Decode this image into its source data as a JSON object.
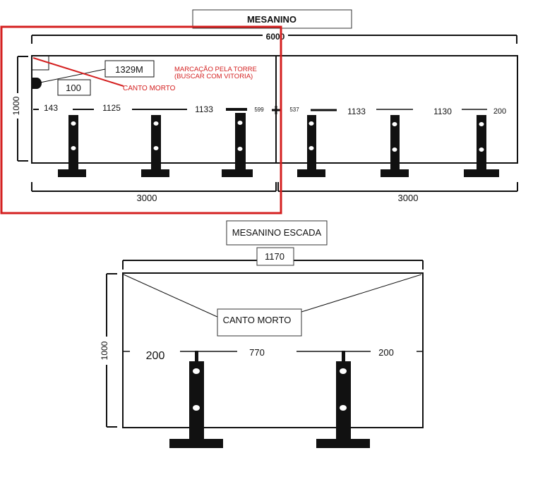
{
  "top": {
    "title": "MESANINO",
    "total_width": "6000",
    "height": "1000",
    "half_left": "3000",
    "half_right": "3000",
    "box_1329": "1329M",
    "box_100": "100",
    "note_line1": "MARCAÇÃO PELA TORRE",
    "note_line2": "(BUSCAR COM VITORIA)",
    "canto_morto": "CANTO MORTO",
    "dims": [
      "143",
      "1125",
      "1133",
      "599",
      "537",
      "1133",
      "1130",
      "200"
    ]
  },
  "bottom": {
    "title": "MESANINO ESCADA",
    "width": "1170",
    "height": "1000",
    "canto_morto": "CANTO MORTO",
    "dims": [
      "200",
      "770",
      "200"
    ]
  },
  "colors": {
    "highlight": "#d42020",
    "ink": "#111111",
    "note": "#d42020"
  }
}
